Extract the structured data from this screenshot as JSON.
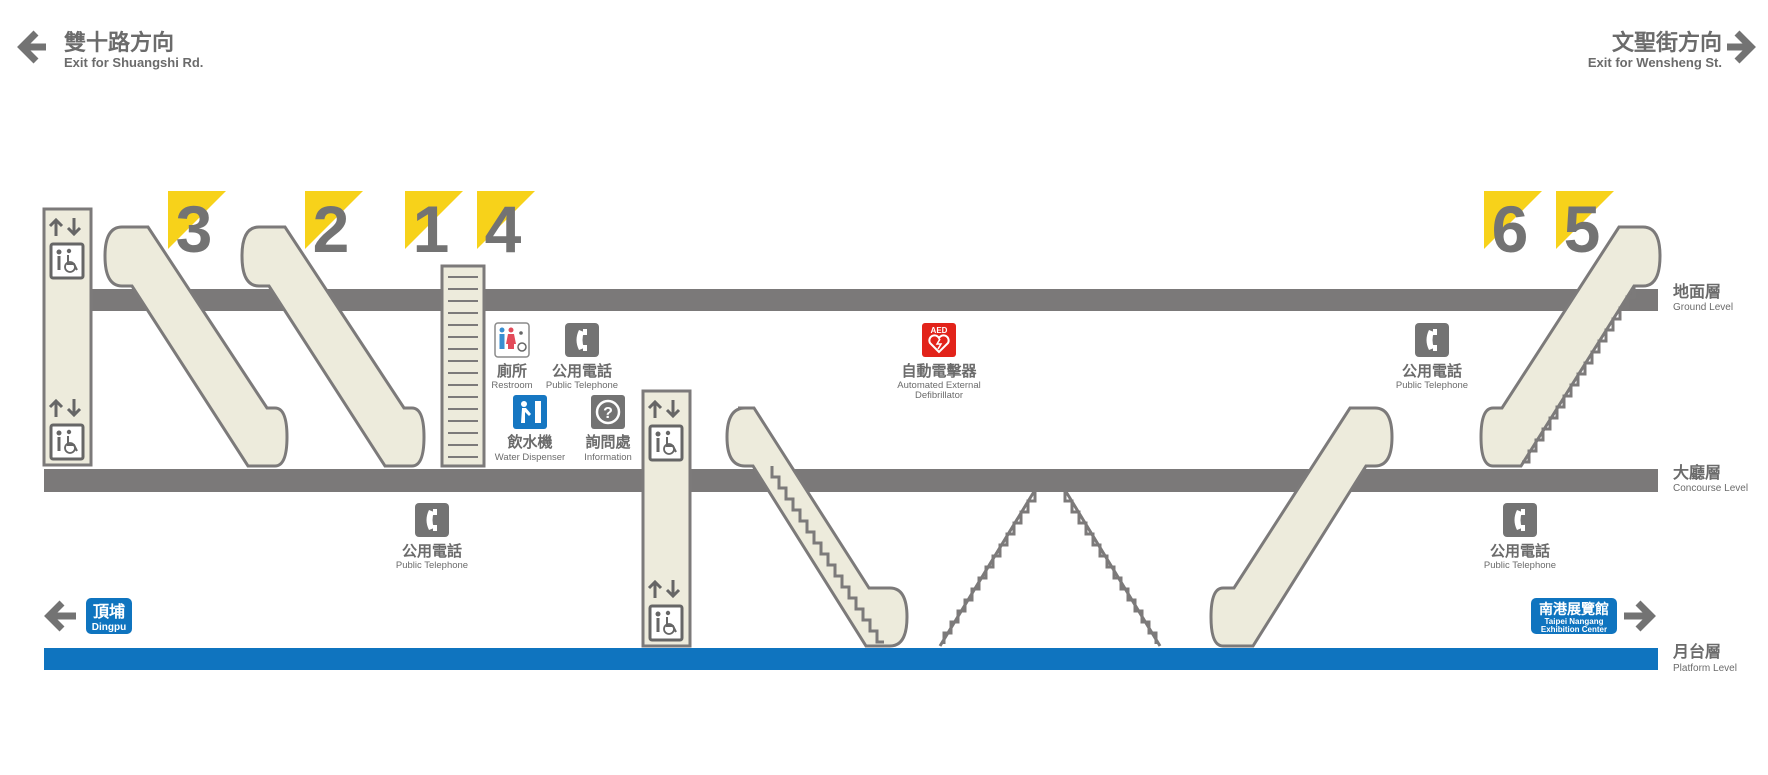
{
  "exits_direction": {
    "left": {
      "zh": "雙十路方向",
      "en": "Exit for Shuangshi Rd."
    },
    "right": {
      "zh": "文聖街方向",
      "en": "Exit for Wensheng St."
    }
  },
  "levels": {
    "ground": {
      "zh": "地面層",
      "en": "Ground Level"
    },
    "concourse": {
      "zh": "大廳層",
      "en": "Concourse Level"
    },
    "platform": {
      "zh": "月台層",
      "en": "Platform Level"
    }
  },
  "exit_numbers": [
    "3",
    "2",
    "1",
    "4",
    "6",
    "5"
  ],
  "facilities": {
    "restroom": {
      "zh": "廁所",
      "en": "Restroom"
    },
    "public_phone": {
      "zh": "公用電話",
      "en": "Public Telephone"
    },
    "water": {
      "zh": "飲水機",
      "en": "Water Dispenser"
    },
    "info": {
      "zh": "詢問處",
      "en": "Information",
      "icon": "?"
    },
    "aed": {
      "zh": "自動電擊器",
      "en_line1": "Automated External",
      "en_line2": "Defibrillator",
      "badge": "AED"
    }
  },
  "destinations": {
    "left": {
      "zh": "頂埔",
      "en": "Dingpu"
    },
    "right": {
      "zh": "南港展覽館",
      "en_line1": "Taipei Nangang",
      "en_line2": "Exhibition Center"
    }
  },
  "colors": {
    "floor_grey": "#7b7979",
    "platform_blue": "#0f74bf",
    "exit_yellow": "#f7d21a",
    "aed_red": "#e2231a",
    "water_blue": "#1677c2",
    "facility_cream": "#edebdc"
  }
}
